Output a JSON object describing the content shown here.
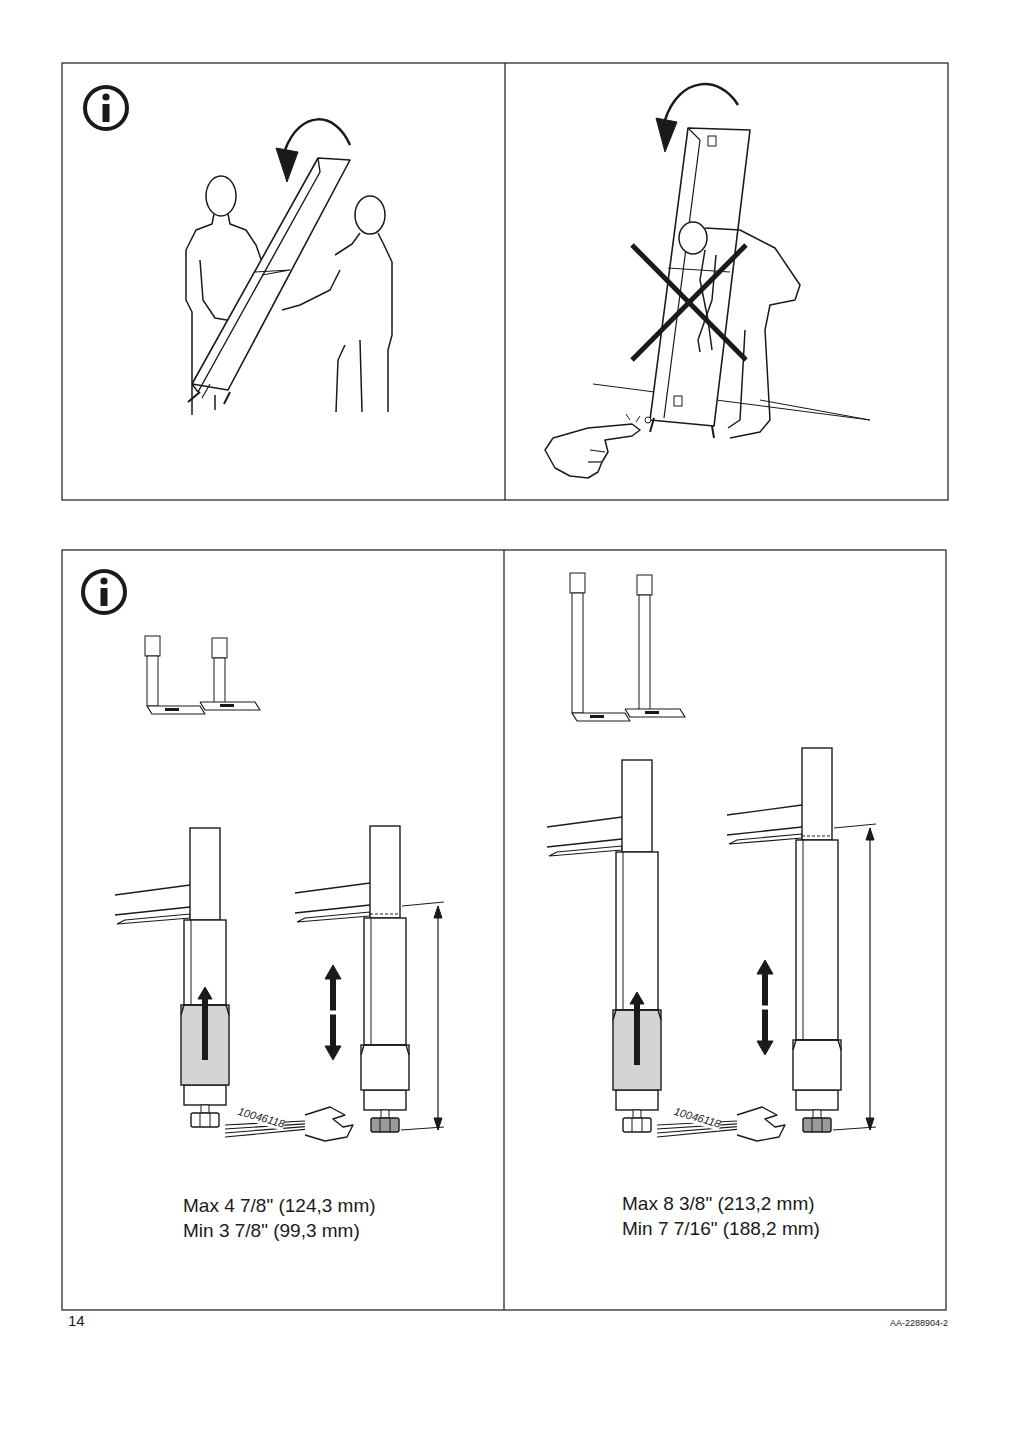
{
  "diagram": {
    "labels": [
      "10046118",
      "Max 4 7/8\" (124,3 mm)",
      "Min 3 7/8\" (99,3 mm)",
      "10046118",
      "Max 8 3/8\" (213,2 mm)",
      "Min 7 7/16\" (188,2 mm)",
      "14",
      "AA-2288904-2"
    ]
  }
}
